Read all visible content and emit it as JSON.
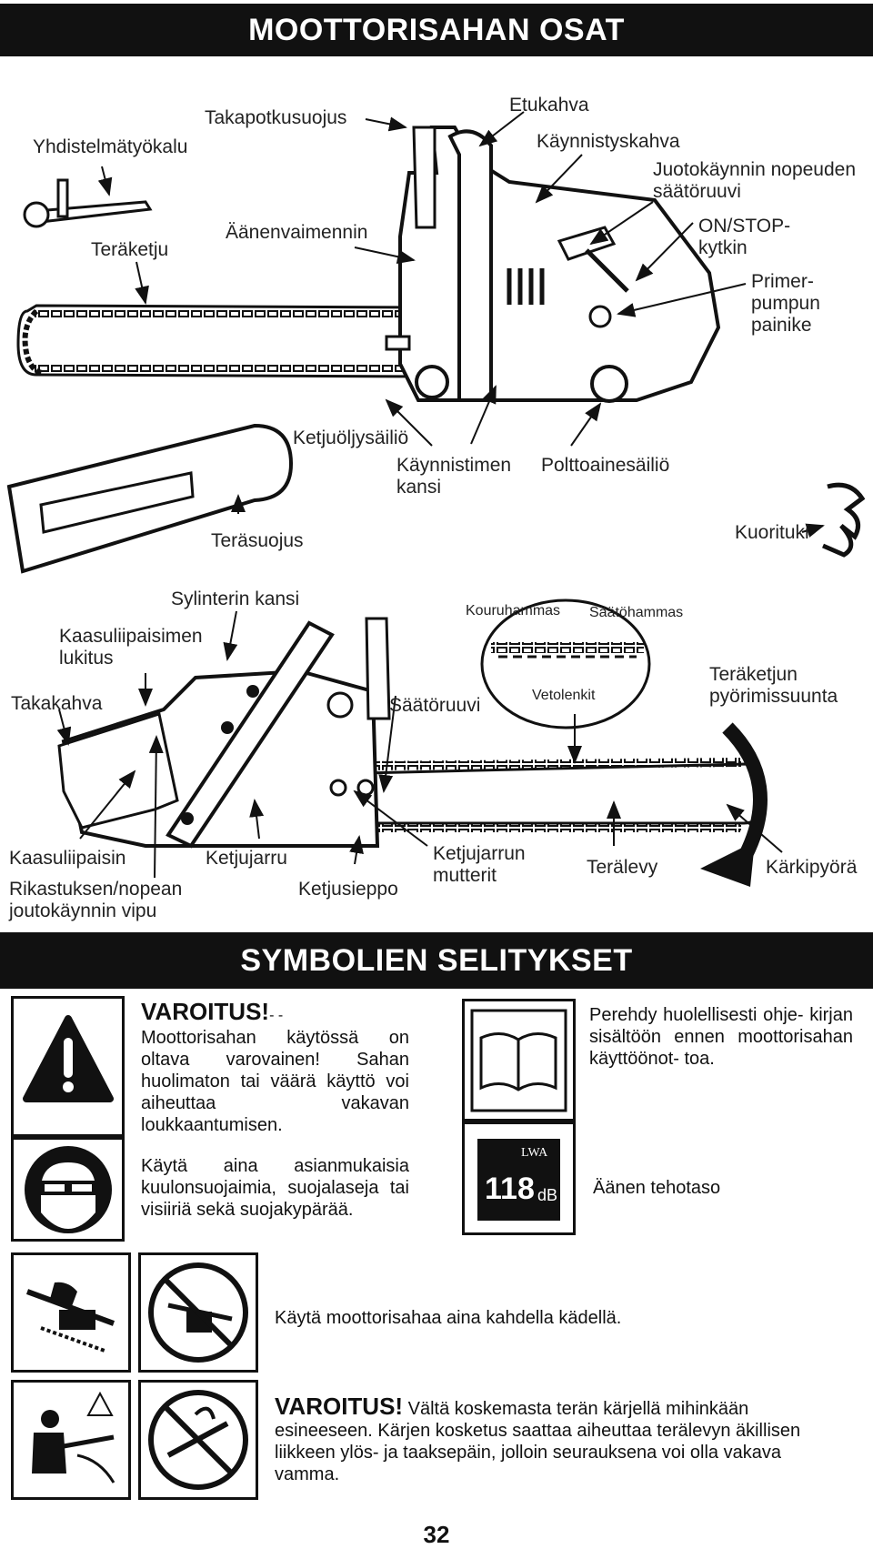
{
  "header": {
    "title": "MOOTTORISAHAN OSAT"
  },
  "parts_top": {
    "yhdistelmatyokalu": "Yhdistelmätyökalu",
    "takapotkusuojus": "Takapotkusuojus",
    "etukahva": "Etukahva",
    "kaynnistyskahva": "Käynnistyskahva",
    "juotokaynnin": "Juotokäynnin nopeuden säätöruuvi",
    "on_stop": "ON/STOP- kytkin",
    "primer": "Primer- pumpun painike",
    "teraketju": "Teräketju",
    "aanenvaimennin": "Äänenvaimennin",
    "ketjuoljysailio": "Ketjuöljysäiliö",
    "kaynnistimen_kansi": "Käynnistimen kansi",
    "polttoainesailio": "Polttoainesäiliö",
    "terasuojus": "Teräsuojus",
    "kuorituki": "Kuorituki"
  },
  "parts_bottom": {
    "sylinterin_kansi": "Sylinterin kansi",
    "kaasuliipaisimen_lukitus": "Kaasuliipaisimen lukitus",
    "takakahva": "Takakahva",
    "saatoruuvi": "Säätöruuvi",
    "kouruhammas": "Kouruhammas",
    "saatohammas": "Säätöhammas",
    "vetolenkit": "Vetolenkit",
    "pyorimissuunta": "Teräketjun pyörimissuunta",
    "kaasuliipaisin": "Kaasuliipaisin",
    "ketjujarru": "Ketjujarru",
    "ketjujarrun_mutterit": "Ketjujarrun mutterit",
    "teralevy": "Terälevy",
    "karkipyora": "Kärkipyörä",
    "rikastuksen": "Rikastuksen/nopean joutokäynnin vipu",
    "ketjusieppo": "Ketjusieppo"
  },
  "symbols": {
    "title": "SYMBOLIEN SELITYKSET",
    "warning_head": "VAROITUS!",
    "warning_dashes": "- -",
    "warning_text": "Moottorisahan käytössä on oltava varovainen! Sahan huolimaton tai väärä käyttö voi aiheuttaa vakavan loukkaantumisen.",
    "ppe_text": "Käytä aina asianmukaisia kuulonsuojaimia, suojalaseja tai visiiriä sekä suojakypärää.",
    "manual_text": "Perehdy huolellisesti ohje- kirjan sisältöön ennen moottorisahan käyttöönot- toa.",
    "lwa_label": "LWA",
    "db_value": "118",
    "db_unit": "dB",
    "sound_text": "Äänen tehotaso",
    "two_hands_text": "Käytä moottorisahaa aina kahdella kädellä.",
    "kickback_head": "VAROITUS!",
    "kickback_text": "Vältä koskemasta terän kärjellä mihinkään esineeseen. Kärjen kosketus saattaa aiheuttaa terälevyn äkillisen liikkeen ylös- ja taaksepäin, jolloin seurauksena voi olla vakava vamma."
  },
  "page_number": "32"
}
